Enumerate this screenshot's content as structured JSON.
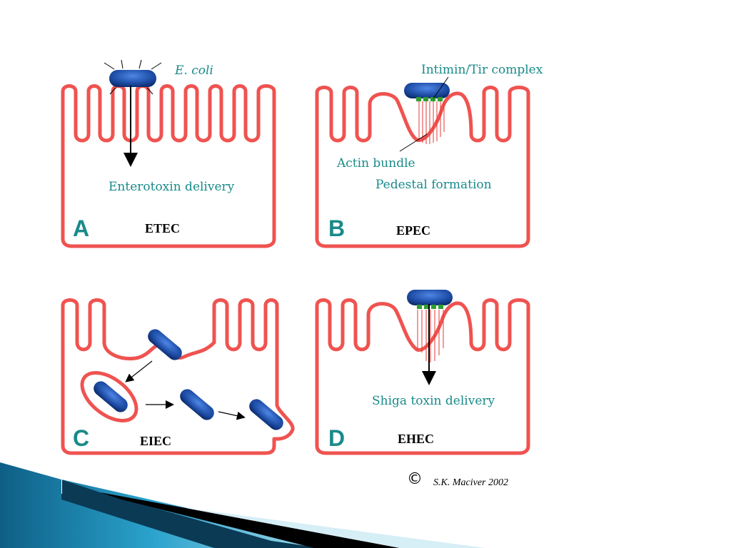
{
  "panels": {
    "a": {
      "letter": "A",
      "name": "ETEC",
      "bacterium": "E. coli",
      "caption": "Enterotoxin delivery"
    },
    "b": {
      "letter": "B",
      "name": "EPEC",
      "complex": "Intimin/Tir complex",
      "actin": "Actin bundle",
      "pedestal": "Pedestal formation"
    },
    "c": {
      "letter": "C",
      "name": "EIEC"
    },
    "d": {
      "letter": "D",
      "name": "EHEC",
      "caption": "Shiga toxin delivery"
    }
  },
  "copyright": {
    "symbol": "©",
    "text": "S.K. Maciver 2002"
  },
  "colors": {
    "membrane": "#ef5350",
    "bacterium": "#1f4fa8",
    "letters": "#1a8a8a",
    "caption": "#1a8a8a",
    "attachment": "#2e9e2e"
  }
}
